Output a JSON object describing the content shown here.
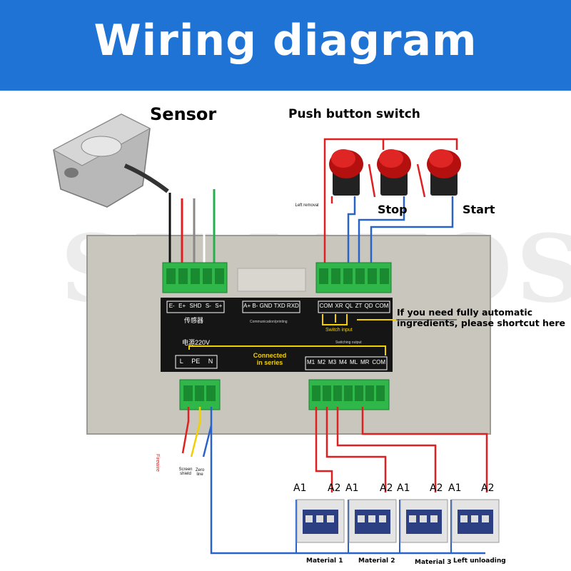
{
  "header": {
    "title": "Wiring diagram"
  },
  "labels": {
    "sensor": "Sensor",
    "push_button_switch": "Push button switch",
    "stop": "Stop",
    "start": "Start",
    "left_removal": "Left removal",
    "note": "If you need fully automatic ingredients, please shortcut here",
    "note_line1": "If you need fully automatic",
    "note_line2": "ingredients, please shortcut here",
    "connected_in_series": "Connected in series",
    "connected_line1": "Connected",
    "connected_line2": "in series",
    "switch_input": "Switch input",
    "switch_output": "Switching output",
    "sensor_cn": "传感器",
    "power_cn": "电源220V",
    "comm_label": "Communication/printing",
    "firewire": "Firewire",
    "screen_shield": "Screen shield",
    "zero_line": "Zero line",
    "watermark": "SIMATOS"
  },
  "terminals": {
    "sensor": [
      "E-",
      "E+",
      "SHD",
      "S-",
      "S+"
    ],
    "comm": [
      "A+",
      "B-",
      "GND",
      "TXD",
      "RXD"
    ],
    "input": [
      "COM",
      "XR",
      "QL",
      "ZT",
      "QD",
      "COM"
    ],
    "power": [
      "L",
      "PE",
      "N"
    ],
    "output": [
      "M1",
      "M2",
      "M3",
      "M4",
      "ML",
      "MR",
      "COM"
    ]
  },
  "contactors": [
    {
      "a1": "A1",
      "a2": "A2",
      "label": "Material 1"
    },
    {
      "a1": "A1",
      "a2": "A2",
      "label": "Material 2"
    },
    {
      "a1": "A1",
      "a2": "A2",
      "label": "Material 3"
    },
    {
      "a1": "A1",
      "a2": "A2",
      "label": "Left unloading"
    }
  ],
  "colors": {
    "banner": "#1f73d4",
    "wire_red": "#e02020",
    "wire_blue": "#2a63c8",
    "wire_yellow": "#f2d000",
    "wire_green": "#22b14c",
    "terminal_green": "#2fb74a",
    "panel_grey": "#c9c6bd",
    "button_red": "#d01818"
  }
}
